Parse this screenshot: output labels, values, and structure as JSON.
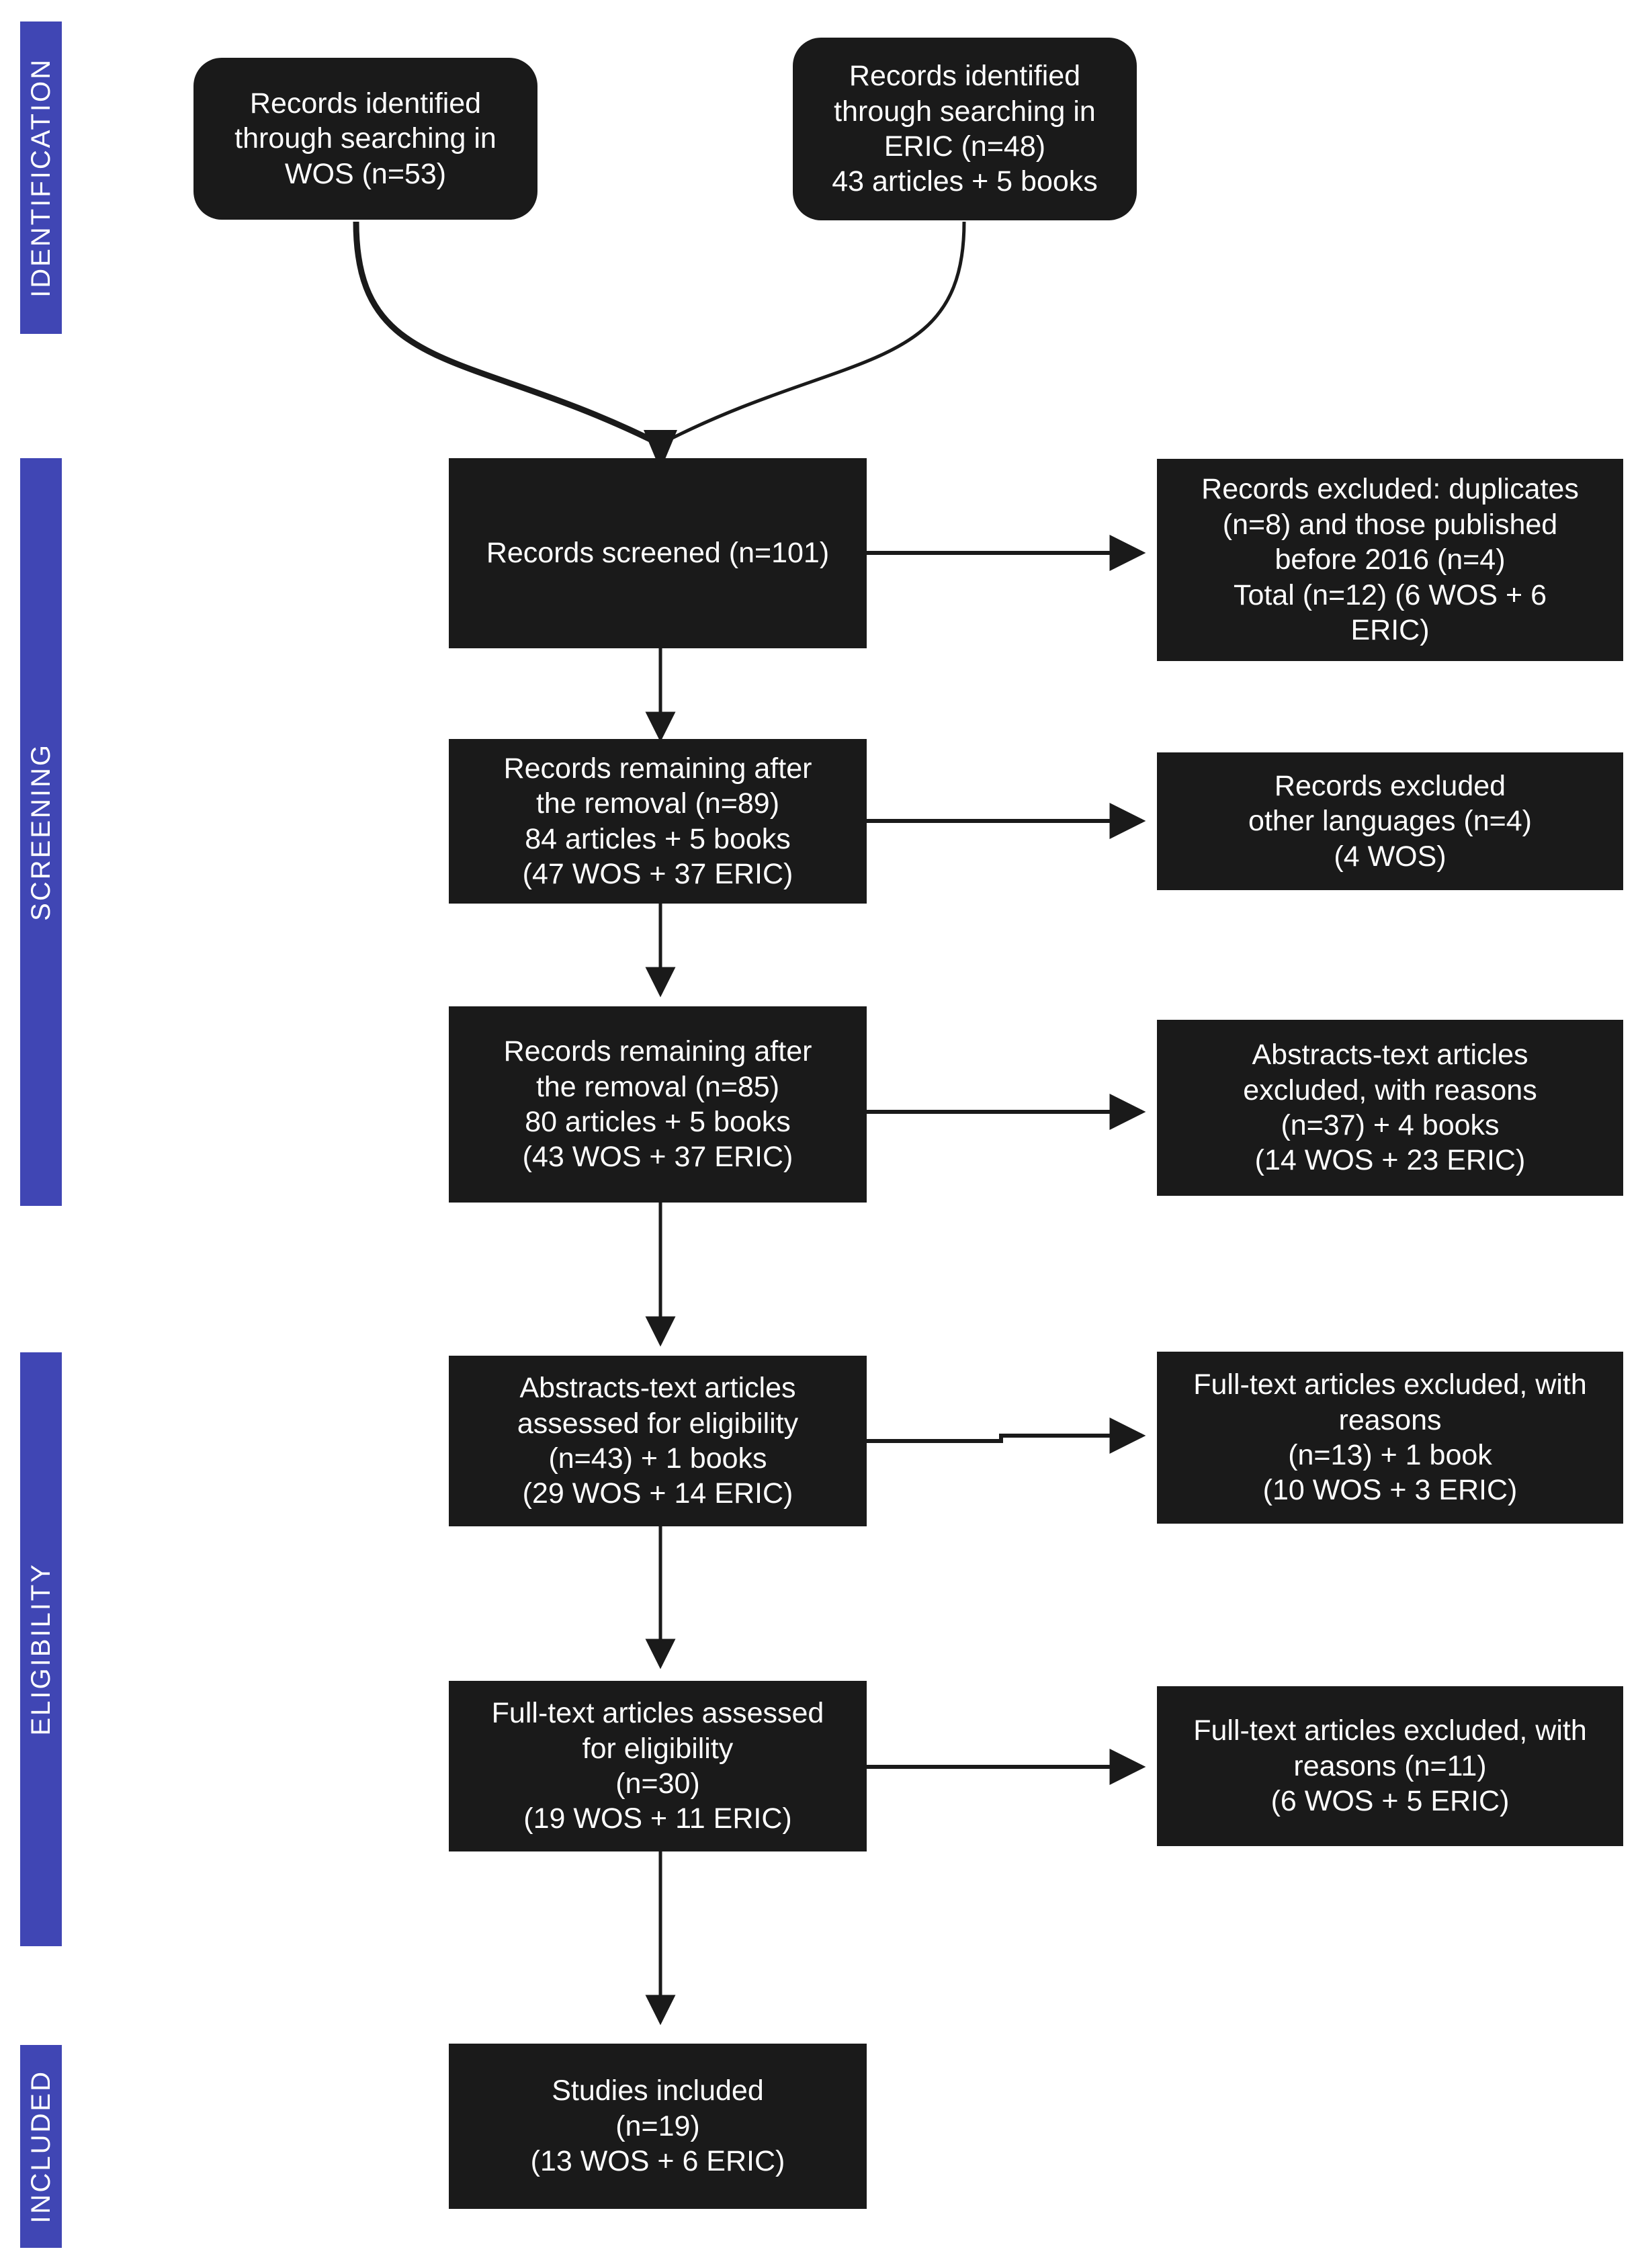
{
  "diagram": {
    "type": "prisma-flow-diagram",
    "accent_color": "#4046B4",
    "box_color": "#1a1a1a",
    "text_color": "#ffffff",
    "background": "#ffffff"
  },
  "stages": [
    {
      "id": "identification",
      "label": "IDENTIFICATION"
    },
    {
      "id": "screening",
      "label": "SCREENING"
    },
    {
      "id": "eligibility",
      "label": "ELIGIBILITY"
    },
    {
      "id": "included",
      "label": "INCLUDED"
    }
  ],
  "boxes": {
    "wos_identified": "Records identified\nthrough searching in\nWOS (n=53)",
    "eric_identified": "Records identified\nthrough searching in\nERIC (n=48)\n43 articles + 5 books",
    "records_screened": "Records screened (n=101)",
    "records_excluded_duplicates": "Records excluded: duplicates\n(n=8) and those published\nbefore 2016 (n=4)\nTotal (n=12) (6 WOS + 6\nERIC)",
    "remaining_89": "Records remaining after\nthe removal (n=89)\n84 articles + 5 books\n(47 WOS + 37 ERIC)",
    "excluded_languages": "Records excluded\nother languages (n=4)\n(4 WOS)",
    "remaining_85": "Records remaining after\nthe removal (n=85)\n80 articles + 5 books\n(43 WOS + 37 ERIC)",
    "abstracts_excluded": "Abstracts-text articles\nexcluded, with reasons\n(n=37) + 4 books\n(14 WOS + 23 ERIC)",
    "abstracts_assessed": "Abstracts-text articles\nassessed for eligibility\n(n=43) + 1 books\n(29 WOS + 14 ERIC)",
    "fulltext_excluded_13": "Full-text articles excluded, with\nreasons\n(n=13) + 1 book\n(10 WOS + 3 ERIC)",
    "fulltext_assessed": "Full-text articles assessed\nfor eligibility\n(n=30)\n(19 WOS + 11 ERIC)",
    "fulltext_excluded_11": "Full-text articles excluded, with\nreasons (n=11)\n(6 WOS + 5 ERIC)",
    "studies_included": "Studies included\n(n=19)\n(13 WOS + 6 ERIC)"
  },
  "chart_data": {
    "type": "diagram",
    "title": "PRISMA flow diagram",
    "nodes": [
      {
        "id": "wos_identified",
        "stage": "IDENTIFICATION",
        "n": 53,
        "source": "WOS"
      },
      {
        "id": "eric_identified",
        "stage": "IDENTIFICATION",
        "n": 48,
        "source": "ERIC",
        "articles": 43,
        "books": 5
      },
      {
        "id": "records_screened",
        "stage": "SCREENING",
        "n": 101
      },
      {
        "id": "records_excluded_duplicates",
        "stage": "SCREENING",
        "duplicates": 8,
        "before_2016": 4,
        "total": 12,
        "wos": 6,
        "eric": 6
      },
      {
        "id": "remaining_89",
        "stage": "SCREENING",
        "n": 89,
        "articles": 84,
        "books": 5,
        "wos": 47,
        "eric": 37
      },
      {
        "id": "excluded_languages",
        "stage": "SCREENING",
        "n": 4,
        "wos": 4
      },
      {
        "id": "remaining_85",
        "stage": "SCREENING",
        "n": 85,
        "articles": 80,
        "books": 5,
        "wos": 43,
        "eric": 37
      },
      {
        "id": "abstracts_excluded",
        "stage": "SCREENING",
        "n": 37,
        "books": 4,
        "wos": 14,
        "eric": 23
      },
      {
        "id": "abstracts_assessed",
        "stage": "ELIGIBILITY",
        "n": 43,
        "books": 1,
        "wos": 29,
        "eric": 14
      },
      {
        "id": "fulltext_excluded_13",
        "stage": "ELIGIBILITY",
        "n": 13,
        "books": 1,
        "wos": 10,
        "eric": 3
      },
      {
        "id": "fulltext_assessed",
        "stage": "ELIGIBILITY",
        "n": 30,
        "wos": 19,
        "eric": 11
      },
      {
        "id": "fulltext_excluded_11",
        "stage": "ELIGIBILITY",
        "n": 11,
        "wos": 6,
        "eric": 5
      },
      {
        "id": "studies_included",
        "stage": "INCLUDED",
        "n": 19,
        "wos": 13,
        "eric": 6
      }
    ],
    "edges": [
      {
        "from": "wos_identified",
        "to": "records_screened"
      },
      {
        "from": "eric_identified",
        "to": "records_screened"
      },
      {
        "from": "records_screened",
        "to": "records_excluded_duplicates"
      },
      {
        "from": "records_screened",
        "to": "remaining_89"
      },
      {
        "from": "remaining_89",
        "to": "excluded_languages"
      },
      {
        "from": "remaining_89",
        "to": "remaining_85"
      },
      {
        "from": "remaining_85",
        "to": "abstracts_excluded"
      },
      {
        "from": "remaining_85",
        "to": "abstracts_assessed"
      },
      {
        "from": "abstracts_assessed",
        "to": "fulltext_excluded_13"
      },
      {
        "from": "abstracts_assessed",
        "to": "fulltext_assessed"
      },
      {
        "from": "fulltext_assessed",
        "to": "fulltext_excluded_11"
      },
      {
        "from": "fulltext_assessed",
        "to": "studies_included"
      }
    ]
  }
}
